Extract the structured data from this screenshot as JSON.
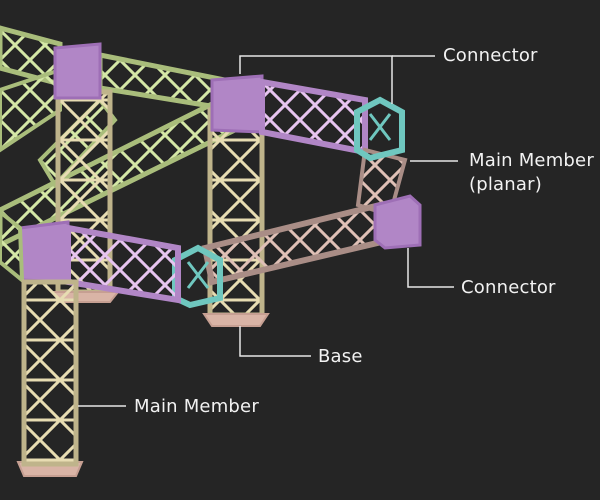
{
  "colors": {
    "background": "#252525",
    "main_member_vertical": "#bfb48b",
    "main_member_horizontal": "#a9bd7b",
    "main_member_planar": "#a98d86",
    "connector_cube": "#b186c6",
    "connector_special": "#6fc7bf",
    "base": "#d9b4a6",
    "leader_line": "#e6e6e6",
    "label_text": "#f2f2f2"
  },
  "labels": {
    "connector_top": "Connector",
    "main_member_planar_line1": "Main Member",
    "main_member_planar_line2": "(planar)",
    "connector_right": "Connector",
    "base": "Base",
    "main_member": "Main Member"
  }
}
